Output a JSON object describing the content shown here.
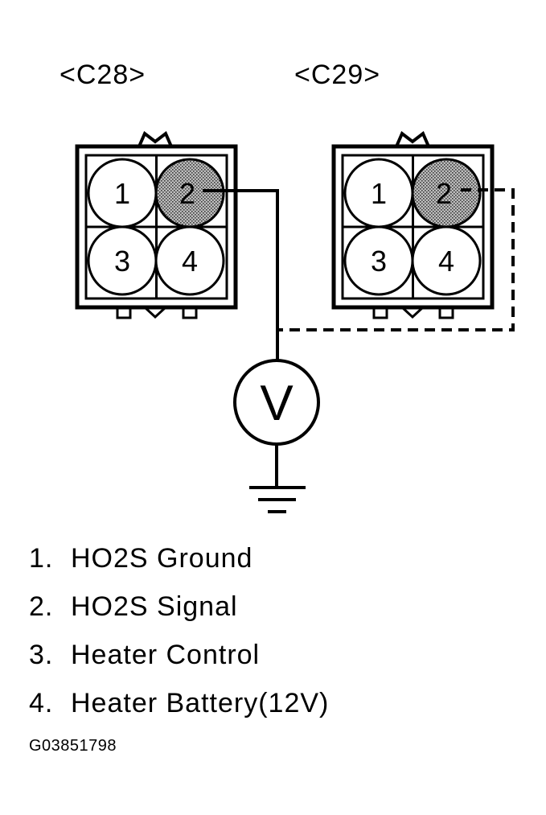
{
  "connectors": [
    {
      "id": "c28",
      "label": "<C28>",
      "pins": [
        "1",
        "2",
        "3",
        "4"
      ],
      "highlighted_pin": "2",
      "lead": "solid"
    },
    {
      "id": "c29",
      "label": "<C29>",
      "pins": [
        "1",
        "2",
        "3",
        "4"
      ],
      "highlighted_pin": "2",
      "lead": "dashed"
    }
  ],
  "meter": {
    "symbol": "V"
  },
  "legend": [
    {
      "num": "1.",
      "text": "HO2S Ground"
    },
    {
      "num": "2.",
      "text": "HO2S Signal"
    },
    {
      "num": "3.",
      "text": "Heater Control"
    },
    {
      "num": "4.",
      "text": "Heater Battery(12V)"
    }
  ],
  "figure_id": "G03851798",
  "colors": {
    "line": "#000000",
    "highlight": "#8c8c8c",
    "background": "#ffffff"
  }
}
